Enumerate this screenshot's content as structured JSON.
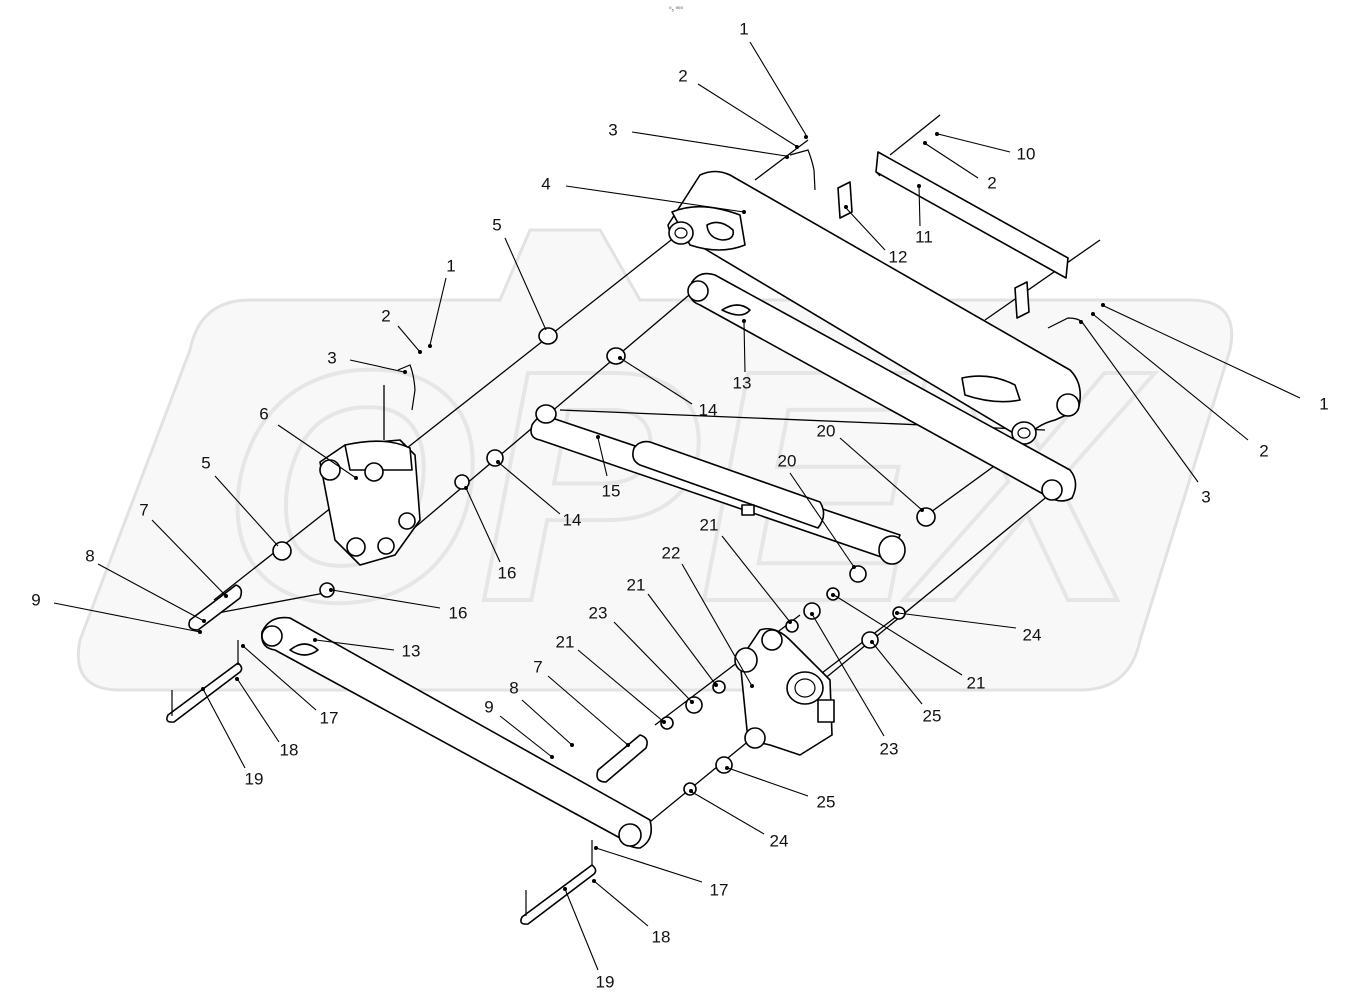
{
  "header": {
    "code": "⁰₅ ⁰⁰⁰"
  },
  "watermark": {
    "text": "OPEX"
  },
  "colors": {
    "line": "#000000",
    "watermark": "#e6e6e6",
    "background": "#ffffff"
  },
  "callouts": [
    {
      "id": "c1a",
      "label": "1"
    },
    {
      "id": "c2a",
      "label": "2"
    },
    {
      "id": "c3a",
      "label": "3"
    },
    {
      "id": "c4",
      "label": "4"
    },
    {
      "id": "c10",
      "label": "10"
    },
    {
      "id": "c2b",
      "label": "2"
    },
    {
      "id": "c11",
      "label": "11"
    },
    {
      "id": "c12",
      "label": "12"
    },
    {
      "id": "c5a",
      "label": "5"
    },
    {
      "id": "c1b",
      "label": "1"
    },
    {
      "id": "c2c",
      "label": "2"
    },
    {
      "id": "c3b",
      "label": "3"
    },
    {
      "id": "c6",
      "label": "6"
    },
    {
      "id": "c13a",
      "label": "13"
    },
    {
      "id": "c14a",
      "label": "14"
    },
    {
      "id": "c1c",
      "label": "1"
    },
    {
      "id": "c2d",
      "label": "2"
    },
    {
      "id": "c3c",
      "label": "3"
    },
    {
      "id": "c20a",
      "label": "20"
    },
    {
      "id": "c20b",
      "label": "20"
    },
    {
      "id": "c15",
      "label": "15"
    },
    {
      "id": "c14b",
      "label": "14"
    },
    {
      "id": "c5b",
      "label": "5"
    },
    {
      "id": "c16a",
      "label": "16"
    },
    {
      "id": "c7a",
      "label": "7"
    },
    {
      "id": "c8a",
      "label": "8"
    },
    {
      "id": "c9a",
      "label": "9"
    },
    {
      "id": "c16b",
      "label": "16"
    },
    {
      "id": "c13b",
      "label": "13"
    },
    {
      "id": "c17a",
      "label": "17"
    },
    {
      "id": "c18a",
      "label": "18"
    },
    {
      "id": "c19a",
      "label": "19"
    },
    {
      "id": "c21a",
      "label": "21"
    },
    {
      "id": "c22",
      "label": "22"
    },
    {
      "id": "c21b",
      "label": "21"
    },
    {
      "id": "c23a",
      "label": "23"
    },
    {
      "id": "c21c",
      "label": "21"
    },
    {
      "id": "c24a",
      "label": "24"
    },
    {
      "id": "c21d",
      "label": "21"
    },
    {
      "id": "c25a",
      "label": "25"
    },
    {
      "id": "c23b",
      "label": "23"
    },
    {
      "id": "c7b",
      "label": "7"
    },
    {
      "id": "c8b",
      "label": "8"
    },
    {
      "id": "c9b",
      "label": "9"
    },
    {
      "id": "c25b",
      "label": "25"
    },
    {
      "id": "c24b",
      "label": "24"
    },
    {
      "id": "c17b",
      "label": "17"
    },
    {
      "id": "c18b",
      "label": "18"
    },
    {
      "id": "c19b",
      "label": "19"
    }
  ]
}
